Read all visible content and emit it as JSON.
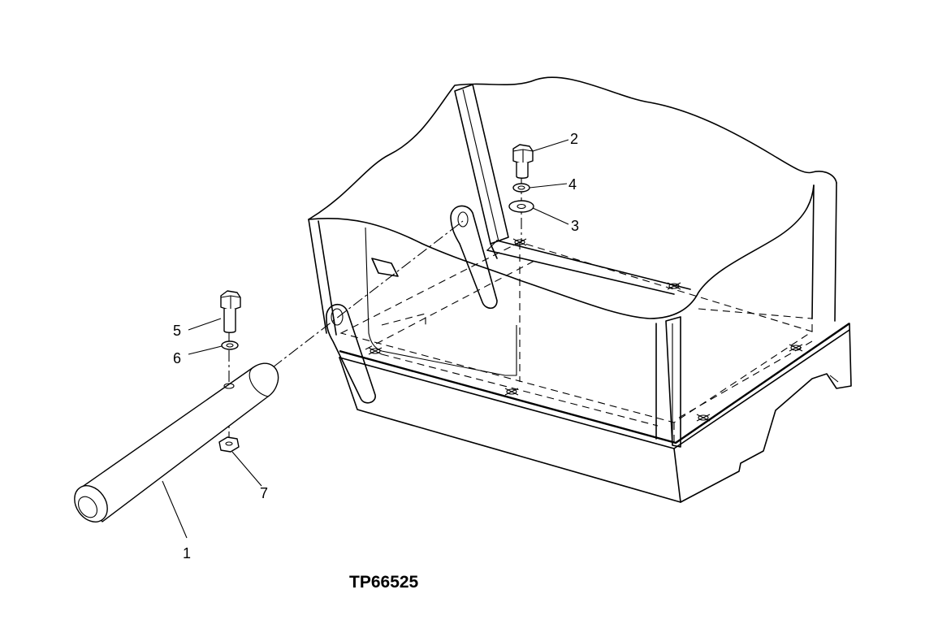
{
  "figure_label": "TP66525",
  "callouts": {
    "c1": "1",
    "c2": "2",
    "c3": "3",
    "c4": "4",
    "c5": "5",
    "c6": "6",
    "c7": "7"
  }
}
